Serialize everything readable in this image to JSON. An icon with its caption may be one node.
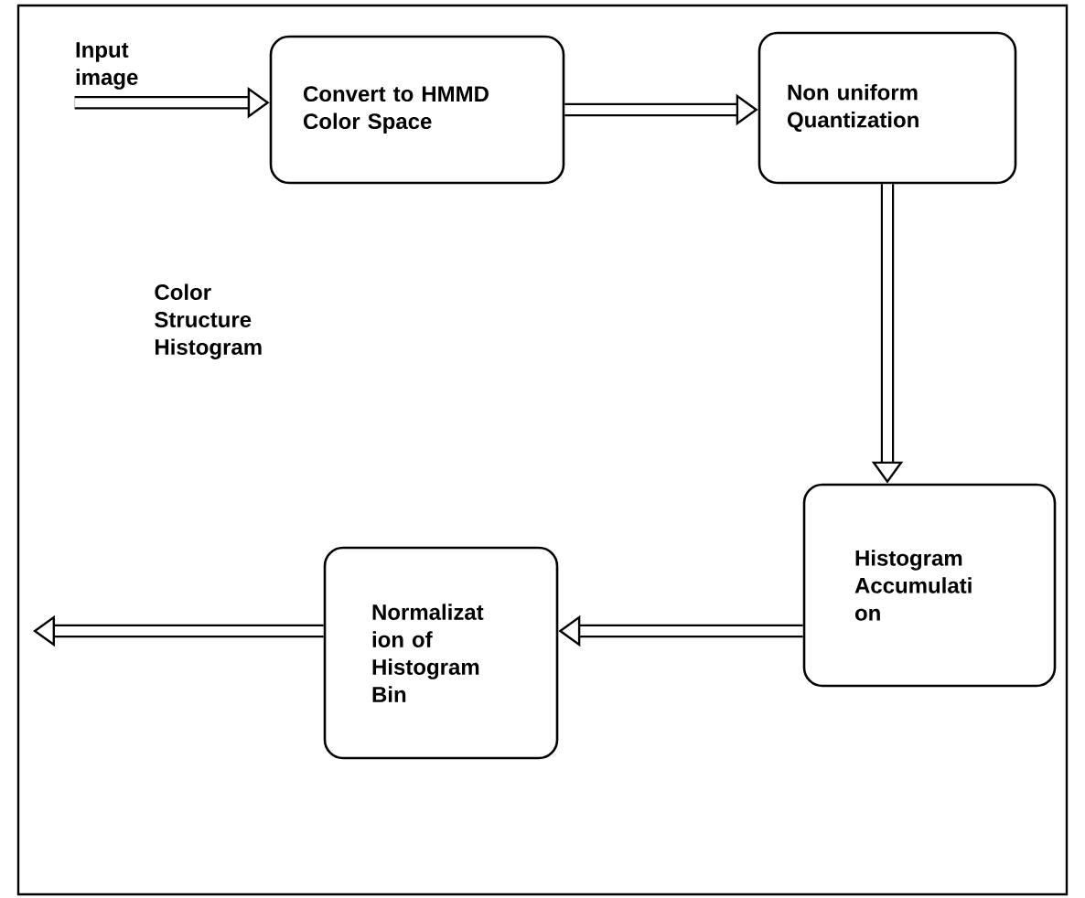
{
  "diagram": {
    "nodes": [
      {
        "text": [
          "Input image"
        ]
      },
      {
        "text": [
          "Convert to HMMD Color Space"
        ]
      },
      {
        "text": [
          "Non uniform Quantization"
        ]
      },
      {
        "text": [
          "Histogram Accumulati on"
        ]
      },
      {
        "text": [
          "Normalizat ion of Histogram Bin"
        ]
      }
    ],
    "edges": [
      {
        "from": 0,
        "to": 1,
        "arrow": "to"
      },
      {
        "from": 1,
        "to": 2,
        "arrow": "to"
      },
      {
        "from": 2,
        "to": 3,
        "arrow": "to"
      },
      {
        "from": 3,
        "to": 4,
        "arrow": "to"
      },
      {
        "from": 4,
        "to": null,
        "arrow": "to"
      }
    ],
    "labels": [
      "Color Structure Histogram"
    ]
  }
}
